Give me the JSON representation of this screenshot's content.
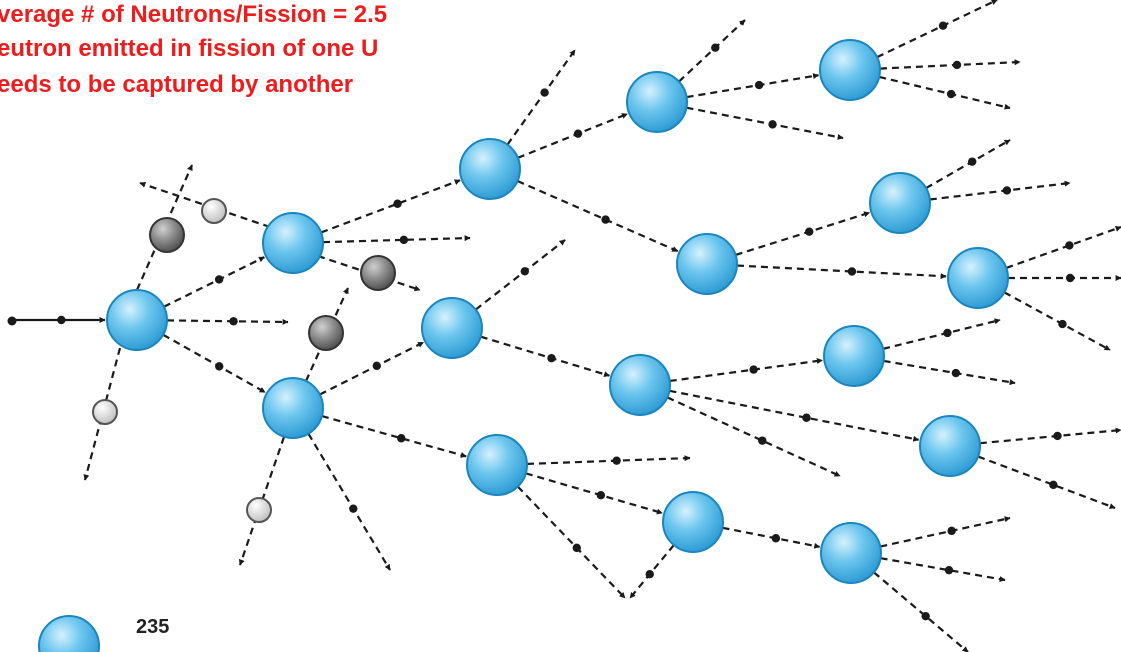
{
  "caption": {
    "line1": "verage # of Neutrons/Fission = 2.5",
    "line2": "eutron emitted in fission of one U",
    "line3": "eeds to be captured by another"
  },
  "legend": {
    "label": "235",
    "icon": "uranium-235-nucleus"
  },
  "colors": {
    "caption_text": "#ee1c1c",
    "nucleus_fill": "#41aee3",
    "nucleus_highlight": "#d6f1fd",
    "nucleus_stroke": "#1b86bd",
    "fragment_dark": "#6f6f6f",
    "fragment_light": "#e2e2e2",
    "neutron": "#1a1a1a"
  }
}
